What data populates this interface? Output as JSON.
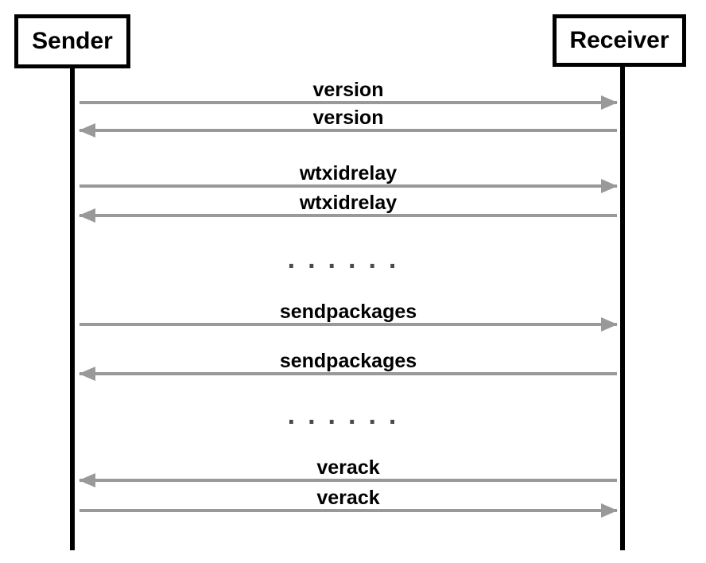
{
  "diagram": {
    "type": "sequence-diagram",
    "actors": {
      "left": "Sender",
      "right": "Receiver"
    },
    "messages": [
      {
        "label": "version",
        "from": "Sender",
        "to": "Receiver",
        "direction": "right"
      },
      {
        "label": "version",
        "from": "Receiver",
        "to": "Sender",
        "direction": "left"
      },
      {
        "label": "wtxidrelay",
        "from": "Sender",
        "to": "Receiver",
        "direction": "right"
      },
      {
        "label": "wtxidrelay",
        "from": "Receiver",
        "to": "Sender",
        "direction": "left"
      },
      {
        "label": "sendpackages",
        "from": "Sender",
        "to": "Receiver",
        "direction": "right"
      },
      {
        "label": "sendpackages",
        "from": "Receiver",
        "to": "Sender",
        "direction": "left"
      },
      {
        "label": "verack",
        "from": "Receiver",
        "to": "Sender",
        "direction": "left"
      },
      {
        "label": "verack",
        "from": "Sender",
        "to": "Receiver",
        "direction": "right"
      }
    ],
    "ellipsis": "......",
    "colors": {
      "arrow": "#999999",
      "lifeline": "#000000",
      "label_text": "#000000",
      "ellipsis_text": "#4a4a4a",
      "background": "#ffffff"
    }
  }
}
